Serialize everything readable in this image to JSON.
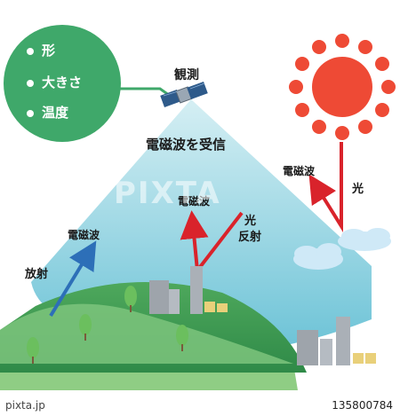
{
  "bubble": {
    "items": [
      "形",
      "大きさ",
      "温度"
    ]
  },
  "labels": {
    "observation": "観測",
    "receive": "電磁波を受信",
    "em_wave_center": "電磁波",
    "light_reflect_1": "光",
    "light_reflect_2": "反射",
    "em_wave_left": "電磁波",
    "radiation": "放射",
    "em_wave_right": "電磁波",
    "light_right": "光"
  },
  "watermark": "PIXTA",
  "footer": {
    "site": "pixta.jp",
    "id": "135800784"
  },
  "colors": {
    "bubble": "#3fa86a",
    "sun": "#ee4a35",
    "beam_top": "#c9e9ef",
    "beam_bottom": "#6cc3d6",
    "red_arrow": "#d9232b",
    "blue_arrow": "#2d6fb8",
    "hill": "#3f9a54",
    "ground": "#8fcd84"
  }
}
